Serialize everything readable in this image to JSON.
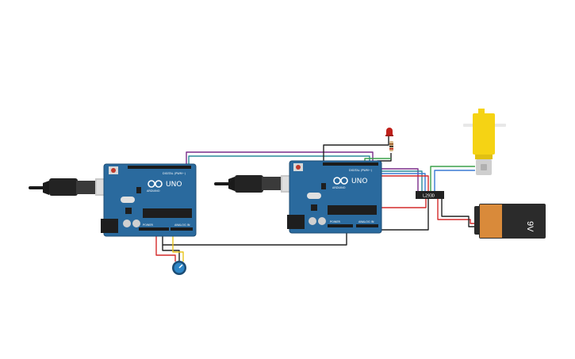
{
  "boards": [
    {
      "brand": "UNO",
      "logo_text": "ARDUINO",
      "digital_label": "DIGITAL (PWM~)",
      "power_label": "POWER",
      "analog_label": "ANALOG IN"
    },
    {
      "brand": "UNO",
      "logo_text": "ARDUINO",
      "digital_label": "DIGITAL (PWM~)",
      "power_label": "POWER",
      "analog_label": "ANALOG IN"
    }
  ],
  "motor_driver": {
    "label": "L293D"
  },
  "battery": {
    "label": "9V"
  },
  "colors": {
    "board": "#2a6a9e",
    "wire_purple": "#7a2d8a",
    "wire_teal": "#2a8a9a",
    "wire_black": "#222222",
    "wire_red": "#d42a2a",
    "wire_green": "#3aa04a",
    "wire_blue": "#3a7ad4",
    "motor_yellow": "#f5d314",
    "battery_orange": "#d98a3a"
  }
}
